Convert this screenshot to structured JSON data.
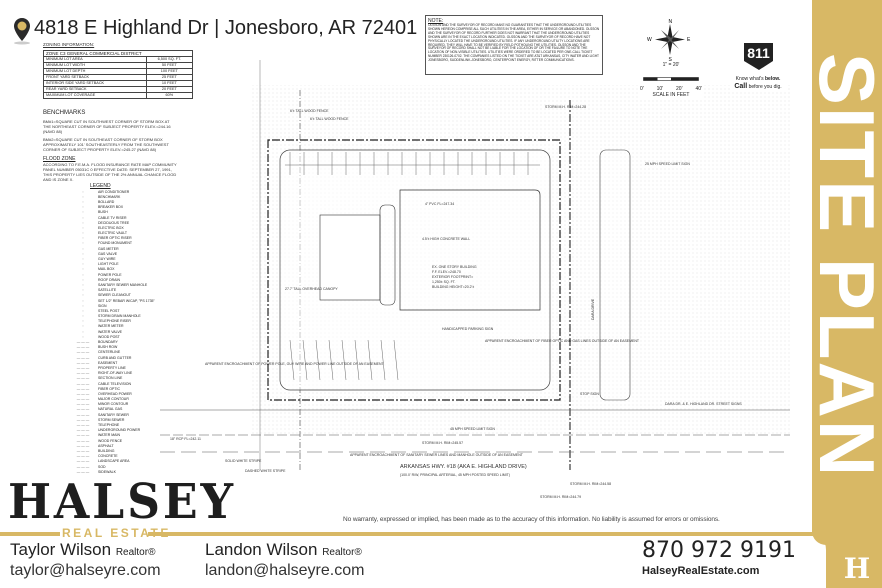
{
  "header": {
    "title": "4818 E Highland Dr | Jonesboro, AR 72401",
    "pin_icon": "map-pin-icon"
  },
  "zoning": {
    "heading": "ZONING INFORMATION:",
    "district": "ZONE C3 GENERAL COMMERCIAL DISTRICT",
    "rows": [
      [
        "MINIMUM LOT AREA",
        "6,500 SQ. FT."
      ],
      [
        "MINIMUM LOT WIDTH",
        "50 FEET"
      ],
      [
        "MINIMUM LOT DEPTH",
        "100 FEET"
      ],
      [
        "FRONT YARD SETBACK",
        "25 FEET"
      ],
      [
        "INTERIOR SIDE YARD SETBACK",
        "10 FEET"
      ],
      [
        "REAR YARD SETBACK",
        "20 FEET"
      ],
      [
        "MAXIMUM LOT COVERAGE",
        "60%"
      ]
    ]
  },
  "benchmarks": {
    "heading": "BENCHMARKS",
    "bm1": "BM#1=SQUARE CUT IN SOUTHWEST CORNER OF STORM BOX AT THE NORTHEAST CORNER OF SUBJECT PROPERTY ELEV.=244.16 (NAVD 88)",
    "bm2": "BM#2=SQUARE CUT IN SOUTHEAST CORNER OF STORM BOX APPROXIMATELY 101' SOUTHEASTERLY FROM THE SOUTHWEST CORNER OF SUBJECT PROPERTY ELEV.=245.27 (NAVD 88)"
  },
  "flood": {
    "heading": "FLOOD ZONE",
    "text": "ACCORDING TO F.E.M.A. FLOOD INSURANCE RATE MAP COMMUNITY PANEL NUMBER 05031C 0 EFFECTIVE DATE: SEPTEMBER 27, 1991, THIS PROPERTY LIES OUTSIDE OF THE 2% ANNUAL CHANCE FLOOD AND IS ZONE X."
  },
  "legend": {
    "heading": "LEGEND",
    "items": [
      "AIR CONDITIONER",
      "BENCHMARK",
      "BOLLARD",
      "BREAKER BOX",
      "BUSH",
      "CABLE TV RISER",
      "DECIDUOUS TREE",
      "ELECTRIC BOX",
      "ELECTRIC VAULT",
      "FIBER OPTIC RISER",
      "FOUND MONUMENT",
      "GAS METER",
      "GAS VALVE",
      "GUY WIRE",
      "LIGHT POLE",
      "MAIL BOX",
      "POWER POLE",
      "ROOF DRAIN",
      "SANITARY SEWER MANHOLE",
      "SATELLITE",
      "SEWER CLEANOUT",
      "SET 1/2\" REBAR W/CAP, \"PS 1735\"",
      "SIGN",
      "STEEL POST",
      "STORM DRAIN MANHOLE",
      "TELEPHONE RISER",
      "WATER METER",
      "WATER VALVE",
      "WOOD POST",
      "BOUNDARY",
      "BUSH ROW",
      "CENTERLINE",
      "CURB AND GUTTER",
      "EASEMENT",
      "PROPERTY LINE",
      "RIGHT-OF-WAY LINE",
      "SECTION LINE",
      "CABLE TELEVISION",
      "FIBER OPTIC",
      "OVERHEAD POWER",
      "MAJOR CONTOUR",
      "MINOR CONTOUR",
      "NATURAL GAS",
      "SANITARY SEWER",
      "STORM SEWER",
      "TELEPHONE",
      "UNDERGROUND POWER",
      "WATER MAIN",
      "WOOD FENCE",
      "ASPHALT",
      "BUILDING",
      "CONCRETE",
      "LANDSCAPE AREA",
      "SOD",
      "SIDEWALK"
    ]
  },
  "note": {
    "heading": "NOTE:",
    "text": "OLSSON AND THE SURVEYOR OF RECORD MAKE NO GUARANTEES THAT THE UNDERGROUND UTILITIES SHOWN HEREON COMPRISE ALL SUCH UTILITIES IN THE AREA, EITHER IN SERVICE OR ABANDONED. OLSSON AND THE SURVEYOR OF RECORD FURTHER DOES NOT WARRANT THAT THE UNDERGROUND UTILITIES SHOWN ARE IN THE EXACT LOCATION INDICATED. OLSSON AND THE SURVEYOR OF RECORD HAVE NOT PHYSICALLY LOCATED THE UNDERGROUND UTILITIES. IF ANY UNDERGROUND UTILITY LOCATIONS ARE REQUIRED, THEY WILL HAVE TO BE VERIFIED BY FIELD POTHOLING THE UTILITIES. OLSSON AND THE SURVEYOR OF RECORD SHALL NOT BE LIABLE FOR THE LOCATION OF OR THE FAILURE TO NOTE THE LOCATION OF NON-VISIBLE UTILITIES. UTILITIES WERE ORDERED TO BE LOCATED PER ONE-CALL TICKET NUMBER 230126-0702. THE COMPANIES LISTED ON THE TICKET ARE AT&T ARKANSAS, CITY WATER AND LIGHT JONESBORO, SUDDENLINK-JONESBORO, CENTERPOINT ENERGY, RITTER COMMUNICATIONS."
  },
  "compass": {
    "n": "N",
    "s": "S",
    "e": "E",
    "w": "W"
  },
  "scale": {
    "ratio": "1\" = 20'",
    "ticks": [
      "0'",
      "10'",
      "20'",
      "40'"
    ],
    "label": "SCALE IN FEET"
  },
  "c811": {
    "number": "811",
    "line1_a": "Know what's ",
    "line1_b": "below.",
    "line2_a": "Call",
    "line2_b": " before you dig."
  },
  "plan": {
    "fence1": "6'± TALL WOOD FENCE",
    "fence2": "6'± TALL WOOD FENCE",
    "pvc": "4\" PVC FL=247.34",
    "wall": "4.5'± HIGH CONCRETE WALL",
    "building": [
      "EX. ONE STORY BUILDING",
      "F.F. ELEV.=248.70",
      "EXTERIOR FOOTPRINT=",
      "1,250± SQ. FT.",
      "BUILDING HEIGHT=20.2'±"
    ],
    "handicap": "HANDICAPPED PARKING SIGN",
    "canopy": "27.7' TALL OVERHEAD CANOPY",
    "encroach1": "APPARENT ENCROACHMENT OF FIBER OPTIC AND GAS LINES OUTSIDE OF AN EASEMENT",
    "encroach2": "APPARENT ENCROACHMENT OF SANITARY SEWER LINES AND MANHOLE OUTSIDE OF AN EASEMENT",
    "encroach3": "APPARENT ENCROACHMENT OF POWER POLE, GUY WIRE AND POWER LINE OUTSIDE OF AN EASEMENT",
    "road": "ARKANSAS HWY. #18 (AKA E. HIGHLAND DRIVE)",
    "road_sub": "(100.0' R/W, PRINCIPAL ARTERIAL, 45 MPH POSTED SPEED LIMIT)",
    "speed45": "45 MPH SPEED LIMIT SIGN",
    "speed25": "25 MPH SPEED LIMIT SIGN",
    "stop": "STOP SIGN",
    "street": "DARA DR. & E. HIGHLAND DR. STREET SIGNS",
    "dara": "DARA DRIVE",
    "storm1": "STORM M.H. RIM=244.28",
    "storm2": "STORM M.H. RIM=245.57",
    "storm3": "STORM M.H. RIM=244.58",
    "storm4": "STORM M.H. RIM=244.79",
    "rcp": "18\" RCP FL=242.11",
    "dashed": "DASHED WHITE STRIPE",
    "solid": "SOLID WHITE STRIPE"
  },
  "side_banner": "SITE PLAN",
  "brand": {
    "name": "HALSEY",
    "sub": "REAL ESTATE",
    "gold": "#d8b865"
  },
  "disclaimer": "No warranty, expressed or implied, has been made as to the accuracy of this information. No liability is assumed for errors or omissions.",
  "agents": [
    {
      "name": "Taylor Wilson",
      "title": "Realtor®",
      "email": "taylor@halseyre.com"
    },
    {
      "name": "Landon Wilson",
      "title": "Realtor®",
      "email": "landon@halseyre.com"
    }
  ],
  "contact": {
    "phone": "870 972 9191",
    "website": "HalseyRealEstate.com"
  }
}
